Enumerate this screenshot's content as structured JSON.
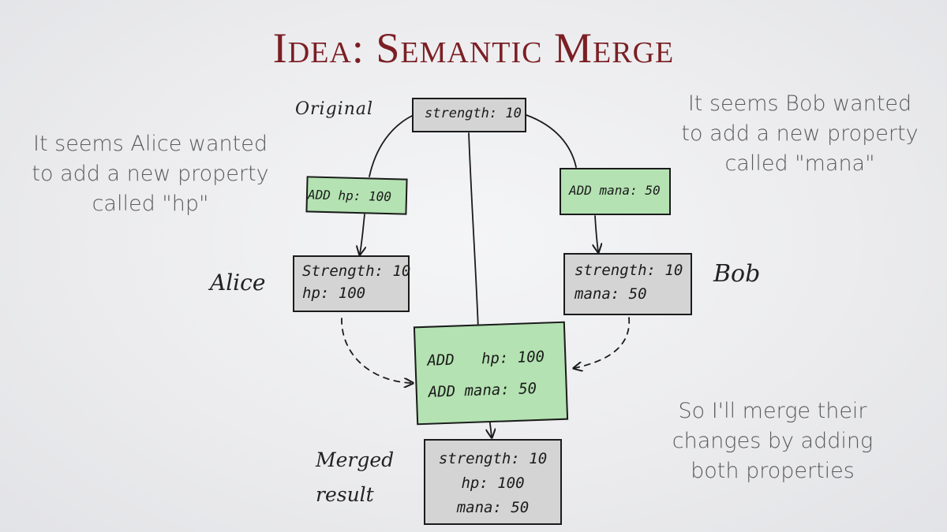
{
  "slide": {
    "title": "Idea: Semantic Merge"
  },
  "notes": {
    "alice": [
      "It seems Alice wanted",
      "to add a new property",
      "called \"hp\""
    ],
    "bob": [
      "It seems Bob wanted",
      "to add a new property",
      "called \"mana\""
    ],
    "merge": [
      "So I'll merge their",
      "changes by adding",
      "both properties"
    ]
  },
  "labels": {
    "original": "Original",
    "alice": "Alice",
    "bob": "Bob",
    "merged": [
      "Merged",
      "result"
    ]
  },
  "boxes": {
    "original": [
      "strength: 10"
    ],
    "add_hp": [
      "ADD hp: 100"
    ],
    "add_mana": [
      "ADD mana: 50"
    ],
    "alice": [
      "Strength: 10",
      "hp: 100"
    ],
    "bob": [
      "strength: 10",
      "mana: 50"
    ],
    "merge_changes": [
      "ADD   hp: 100",
      "ADD mana: 50"
    ],
    "merged": [
      "strength: 10",
      "hp: 100",
      "mana: 50"
    ]
  },
  "colors": {
    "title": "#7b1f24",
    "change_box": "#b4e2b2",
    "state_box": "#d4d4d4",
    "note_text": "#5b5b5b"
  }
}
